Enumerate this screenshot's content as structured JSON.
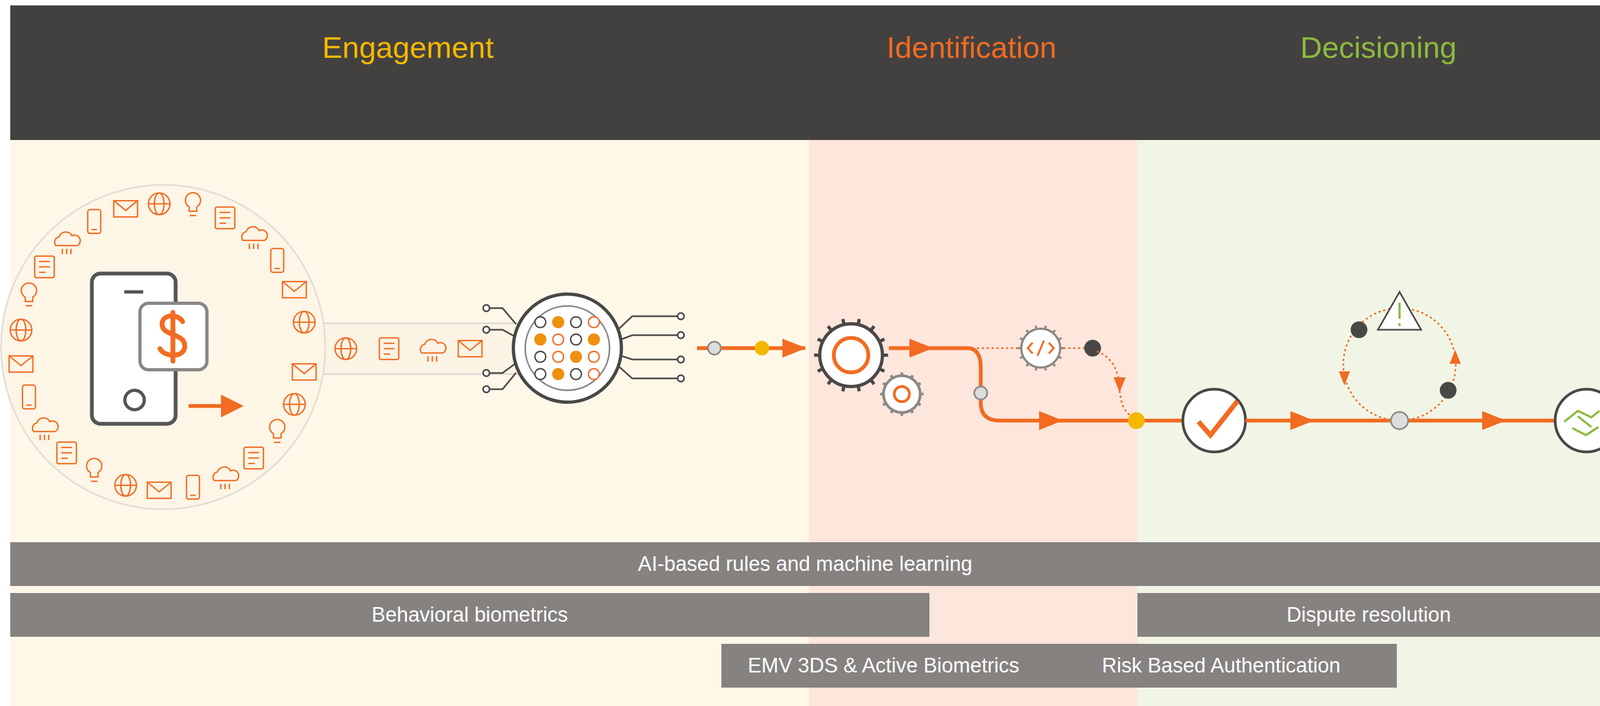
{
  "diagram": {
    "nodes": [
      {
        "text": [
          "AI-based rules and machine learning"
        ]
      },
      {
        "text": [
          "Behavioral biometrics"
        ]
      },
      {
        "text": [
          "Dispute resolution"
        ]
      },
      {
        "text": [
          "EMV 3DS & Active Biometrics"
        ]
      },
      {
        "text": [
          "Risk Based Authentication"
        ]
      }
    ],
    "labels": [
      "Engagement",
      "Identification",
      "Decisioning"
    ]
  }
}
